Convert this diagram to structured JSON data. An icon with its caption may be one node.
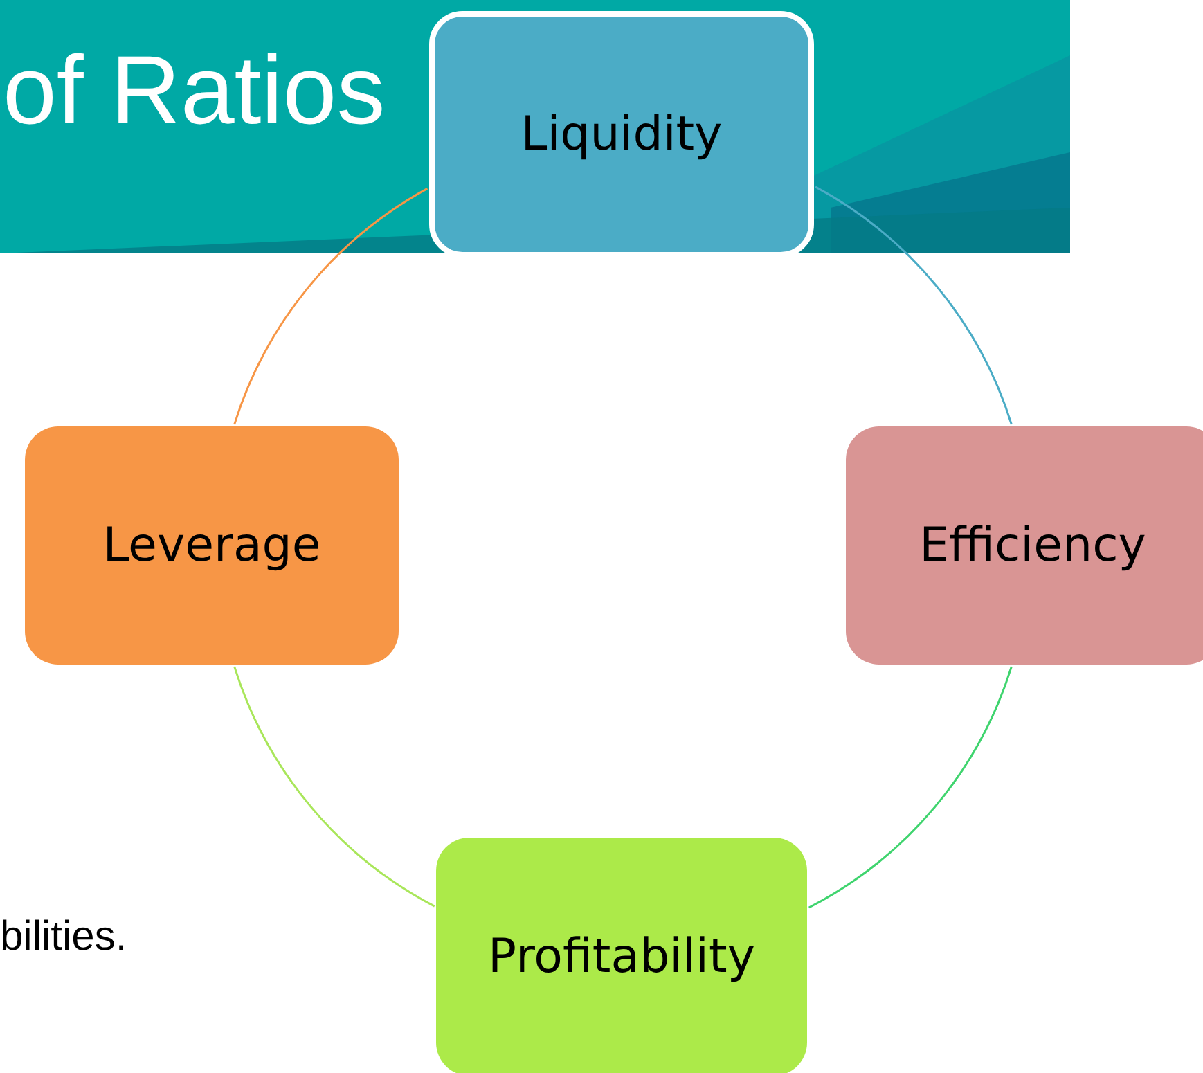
{
  "diagram": {
    "title": "of Ratios",
    "nodes": [
      {
        "text": [
          "Liquidity"
        ]
      },
      {
        "text": [
          "Efficiency"
        ]
      },
      {
        "text": [
          "Profitability"
        ]
      },
      {
        "text": [
          "Leverage"
        ]
      }
    ],
    "edges": [
      {
        "from": 0,
        "to": 1,
        "arrow": "none",
        "color": "#4bacc6"
      },
      {
        "from": 1,
        "to": 2,
        "arrow": "none",
        "color": "#3fd46e"
      },
      {
        "from": 2,
        "to": 3,
        "arrow": "none",
        "color": "#a9e65a"
      },
      {
        "from": 3,
        "to": 0,
        "arrow": "none",
        "color": "#f79646"
      }
    ],
    "labels": [
      "bilities."
    ]
  }
}
